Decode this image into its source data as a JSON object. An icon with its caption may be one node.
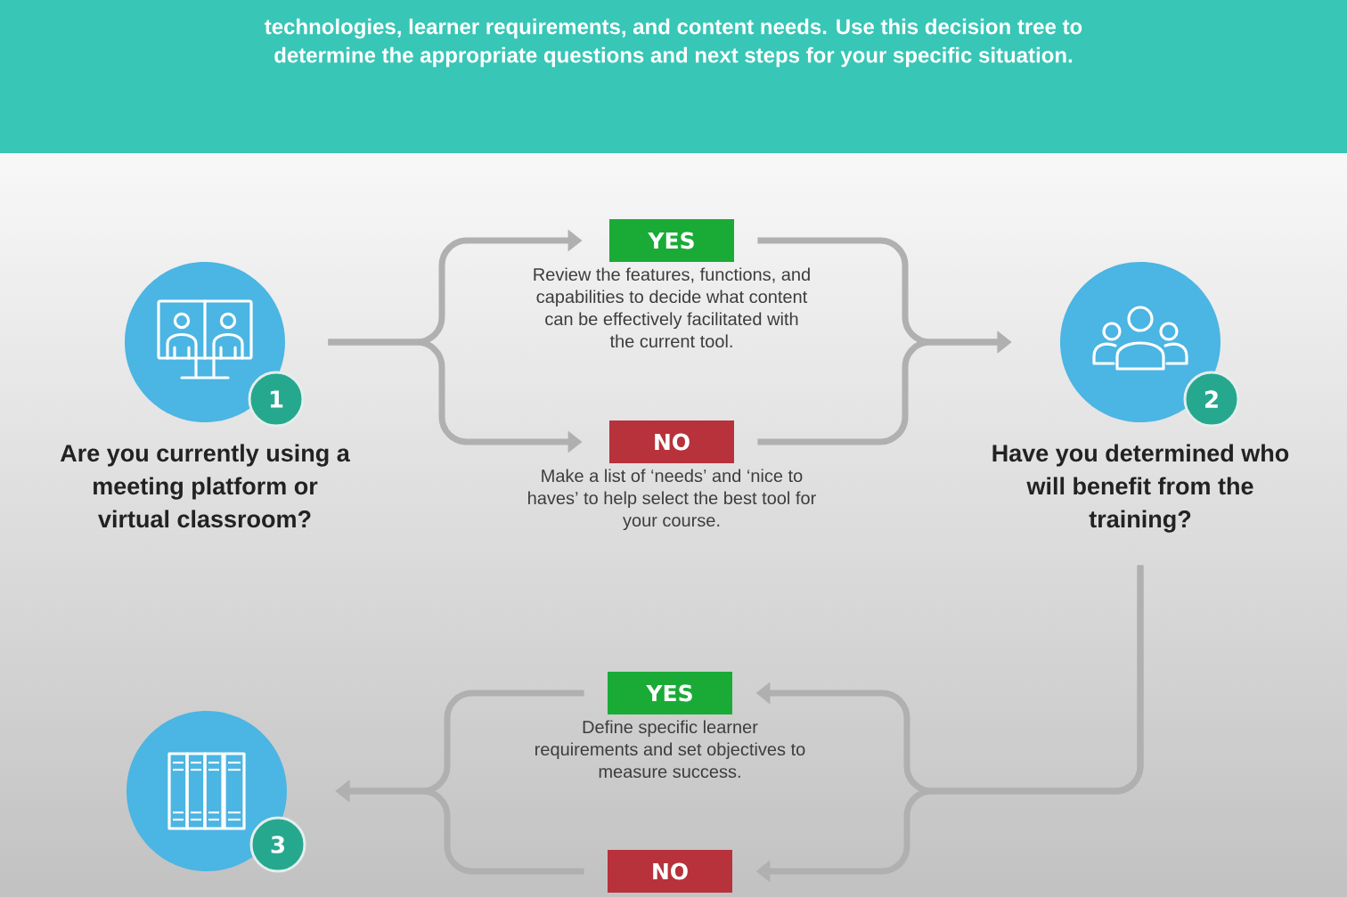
{
  "diagram": {
    "nodes": [
      {
        "text": [
          "Are you currently using a meeting platform or virtual classroom?"
        ]
      },
      {
        "text": [
          "1"
        ]
      },
      {
        "text": [
          "YES"
        ],
        "beside": [
          "Review the features, functions, and capabilities to decide what content can be effectively facilitated with the current tool."
        ]
      },
      {
        "text": [
          "NO"
        ],
        "beside": [
          "Make a list of ‘needs’ and ‘nice to haves’ to help select the best tool for your course."
        ]
      },
      {
        "text": [
          "Have you determined who will benefit from the training?"
        ]
      },
      {
        "text": [
          "2"
        ]
      },
      {
        "text": [
          "YES"
        ],
        "beside": [
          "Define specific learner requirements and set objectives to measure success."
        ]
      },
      {
        "text": [
          "NO"
        ]
      },
      {
        "text": [],
        "shape": "circle"
      },
      {
        "text": [
          "3"
        ]
      }
    ],
    "edges": [
      {
        "from": 0,
        "to": 2,
        "arrow": "to"
      },
      {
        "from": 0,
        "to": 3,
        "arrow": "to"
      },
      {
        "from": 2,
        "to": 4,
        "arrow": "to"
      },
      {
        "from": 3,
        "to": 4,
        "arrow": "to"
      },
      {
        "from": 4,
        "to": 6,
        "arrow": "to"
      },
      {
        "from": 4,
        "to": 7,
        "arrow": "to"
      },
      {
        "from": 6,
        "to": 8,
        "arrow": "to"
      },
      {
        "from": 7,
        "to": 8,
        "arrow": "to"
      }
    ],
    "labels": [
      "technologies, learner requirements, and content needs. Use this decision tree to determine the appropriate questions and next steps for your specific situation."
    ]
  }
}
